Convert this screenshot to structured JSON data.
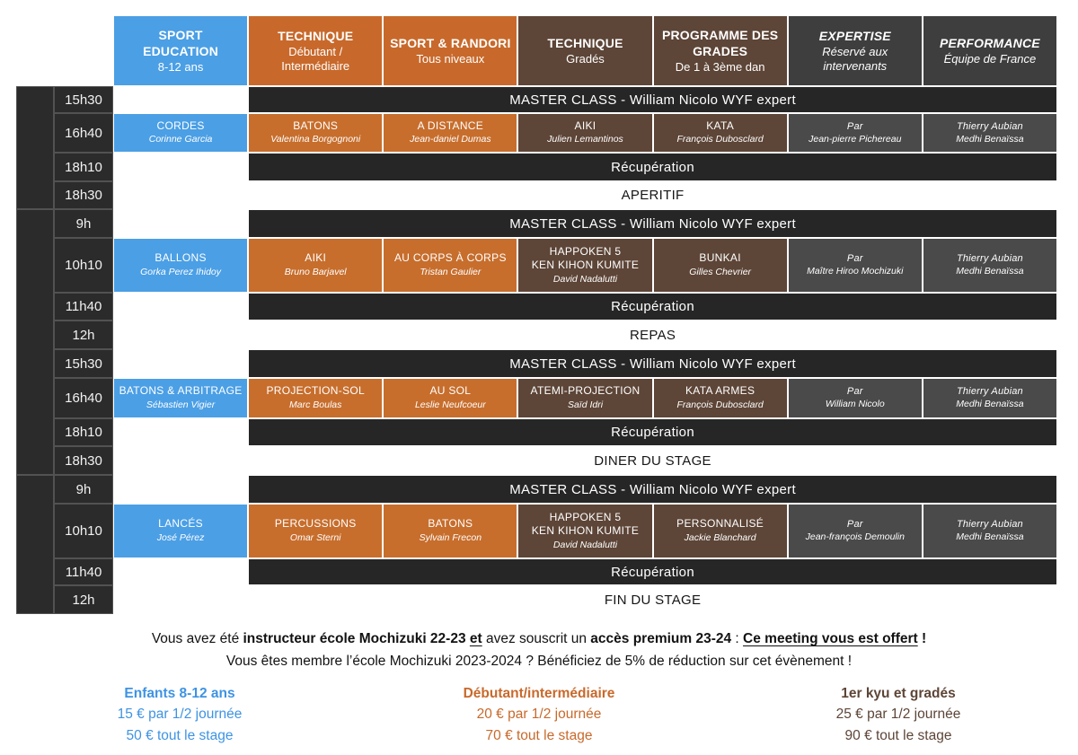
{
  "schedule": {
    "columns": [
      {
        "title": "SPORT EDUCATION",
        "subtitle": "8-12 ans",
        "style": "blue"
      },
      {
        "title": "TECHNIQUE",
        "subtitle": "Débutant / Intermédiaire",
        "style": "orange"
      },
      {
        "title": "SPORT & RANDORI",
        "subtitle": "Tous niveaux",
        "style": "orange"
      },
      {
        "title": "TECHNIQUE",
        "subtitle": "Gradés",
        "style": "brown"
      },
      {
        "title": "PROGRAMME DES GRADES",
        "subtitle": "De 1 à 3ème dan",
        "style": "brown"
      },
      {
        "title": "EXPERTISE",
        "subtitle": "Réservé aux intervenants",
        "style": "gray"
      },
      {
        "title": "PERFORMANCE",
        "subtitle": "Équipe de France",
        "style": "gray"
      }
    ],
    "day_groups": [
      4,
      8,
      4
    ],
    "rows": [
      {
        "time": "15h30",
        "kind": "banner_dark",
        "text": "MASTER CLASS - William Nicolo WYF expert"
      },
      {
        "time": "16h40",
        "kind": "sessions",
        "cells": [
          {
            "title": "CORDES",
            "subtitle": "Corinne Garcia"
          },
          {
            "title": "BATONS",
            "subtitle": "Valentina Borgognoni"
          },
          {
            "title": "A DISTANCE",
            "subtitle": "Jean-daniel Dumas"
          },
          {
            "title": "AIKI",
            "subtitle": "Julien Lemantinos"
          },
          {
            "title": "KATA",
            "subtitle": "François Dubosclard"
          },
          {
            "title": "Par",
            "subtitle": "Jean-pierre Pichereau"
          },
          {
            "title": "Thierry Aubian",
            "subtitle": "Medhi Benaïssa"
          }
        ]
      },
      {
        "time": "18h10",
        "kind": "banner_dark",
        "text": "Récupération"
      },
      {
        "time": "18h30",
        "kind": "banner_light",
        "text": "APERITIF"
      },
      {
        "time": "9h",
        "kind": "banner_dark",
        "text": "MASTER CLASS - William Nicolo WYF expert"
      },
      {
        "time": "10h10",
        "kind": "sessions",
        "cells": [
          {
            "title": "BALLONS",
            "subtitle": "Gorka Perez Ihidoy"
          },
          {
            "title": "AIKI",
            "subtitle": "Bruno Barjavel"
          },
          {
            "title": "AU CORPS À CORPS",
            "subtitle": "Tristan Gaulier"
          },
          {
            "title": "HAPPOKEN 5\nKEN KIHON KUMITE",
            "subtitle": "David Nadalutti"
          },
          {
            "title": "BUNKAI",
            "subtitle": "Gilles Chevrier"
          },
          {
            "title": "Par",
            "subtitle": "Maître Hiroo Mochizuki"
          },
          {
            "title": "Thierry Aubian",
            "subtitle": "Medhi Benaïssa"
          }
        ]
      },
      {
        "time": "11h40",
        "kind": "banner_dark",
        "text": "Récupération"
      },
      {
        "time": "12h",
        "kind": "banner_light",
        "text": "REPAS"
      },
      {
        "time": "15h30",
        "kind": "banner_dark",
        "text": "MASTER CLASS - William Nicolo WYF expert"
      },
      {
        "time": "16h40",
        "kind": "sessions",
        "cells": [
          {
            "title": "BATONS & ARBITRAGE",
            "subtitle": "Sébastien Vigier"
          },
          {
            "title": "PROJECTION-SOL",
            "subtitle": "Marc Boulas"
          },
          {
            "title": "AU SOL",
            "subtitle": "Leslie Neufcoeur"
          },
          {
            "title": "ATEMI-PROJECTION",
            "subtitle": "Saïd Idri"
          },
          {
            "title": "KATA ARMES",
            "subtitle": "François Dubosclard"
          },
          {
            "title": "Par",
            "subtitle": "William Nicolo"
          },
          {
            "title": "Thierry Aubian",
            "subtitle": "Medhi Benaïssa"
          }
        ]
      },
      {
        "time": "18h10",
        "kind": "banner_dark",
        "text": "Récupération"
      },
      {
        "time": "18h30",
        "kind": "banner_light",
        "text": "DINER DU STAGE"
      },
      {
        "time": "9h",
        "kind": "banner_dark",
        "text": "MASTER CLASS - William Nicolo WYF expert"
      },
      {
        "time": "10h10",
        "kind": "sessions",
        "cells": [
          {
            "title": "LANCÉS",
            "subtitle": "José Pérez"
          },
          {
            "title": "PERCUSSIONS",
            "subtitle": "Omar Sterni"
          },
          {
            "title": "BATONS",
            "subtitle": "Sylvain Frecon"
          },
          {
            "title": "HAPPOKEN 5\nKEN KIHON KUMITE",
            "subtitle": "David Nadalutti"
          },
          {
            "title": "PERSONNALISÉ",
            "subtitle": "Jackie Blanchard"
          },
          {
            "title": "Par",
            "subtitle": "Jean-françois Demoulin"
          },
          {
            "title": "Thierry Aubian",
            "subtitle": "Medhi Benaïssa"
          }
        ]
      },
      {
        "time": "11h40",
        "kind": "banner_dark",
        "text": "Récupération"
      },
      {
        "time": "12h",
        "kind": "banner_light",
        "text": "FIN DU STAGE"
      }
    ]
  },
  "notes": {
    "line1_segments": [
      {
        "text": "Vous avez été ",
        "bold": false,
        "underline": false
      },
      {
        "text": "instructeur école Mochizuki 22-23 ",
        "bold": true,
        "underline": false
      },
      {
        "text": "et",
        "bold": true,
        "underline": true
      },
      {
        "text": " avez souscrit un ",
        "bold": false,
        "underline": false
      },
      {
        "text": "accès premium 23-24",
        "bold": true,
        "underline": false
      },
      {
        "text": " : ",
        "bold": false,
        "underline": false
      },
      {
        "text": "Ce meeting vous est offert",
        "bold": true,
        "underline": true
      },
      {
        "text": " !",
        "bold": true,
        "underline": false
      }
    ],
    "line2": "Vous êtes membre l’école Mochizuki 2023-2024 ? Bénéficiez de 5% de réduction sur cet évènement !"
  },
  "pricing": [
    {
      "title": "Enfants 8-12 ans",
      "lines": [
        "15 € par 1/2 journée",
        "50 € tout le stage"
      ],
      "color": "#3e93e3"
    },
    {
      "title": "Débutant/intermédiaire",
      "lines": [
        "20 € par 1/2 journée",
        "70 € tout le stage"
      ],
      "color": "#c8692b"
    },
    {
      "title": "1er kyu et gradés",
      "lines": [
        "25 € par 1/2 journée",
        "90 € tout le stage"
      ],
      "color": "#5d4537"
    }
  ],
  "colors": {
    "blue": "#4b9fe5",
    "orange": "#c76e2d",
    "brown": "#5d4537",
    "gray_cell": "#4a4a4a",
    "gray_header": "#3e3e3e",
    "dark_banner": "#262626",
    "time_column": "#2b2b2b"
  }
}
